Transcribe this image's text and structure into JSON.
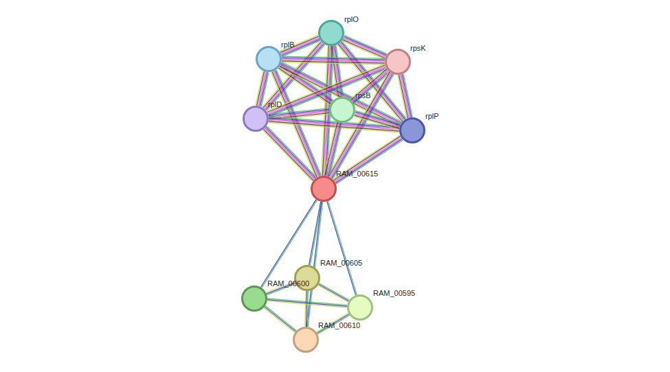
{
  "diagram": {
    "nodes": [
      {
        "text": [
          "rplO"
        ]
      },
      {
        "text": [
          "rplB"
        ]
      },
      {
        "text": [
          "rpsK"
        ]
      },
      {
        "text": [
          "rplD"
        ]
      },
      {
        "text": [
          "rpsB"
        ]
      },
      {
        "text": [
          "rplP"
        ]
      },
      {
        "text": [
          "RAM_00615"
        ]
      },
      {
        "text": [
          "RAM_00605"
        ]
      },
      {
        "text": [
          "RAM_00600"
        ]
      },
      {
        "text": [
          "RAM_00595"
        ]
      },
      {
        "text": [
          "RAM_00610"
        ]
      }
    ],
    "edges": [
      {
        "from": 0,
        "to": 1,
        "arrow": "none"
      },
      {
        "from": 0,
        "to": 2,
        "arrow": "none"
      },
      {
        "from": 0,
        "to": 3,
        "arrow": "none"
      },
      {
        "from": 0,
        "to": 4,
        "arrow": "none"
      },
      {
        "from": 0,
        "to": 5,
        "arrow": "none"
      },
      {
        "from": 0,
        "to": 6,
        "arrow": "none"
      },
      {
        "from": 1,
        "to": 2,
        "arrow": "none"
      },
      {
        "from": 1,
        "to": 3,
        "arrow": "none"
      },
      {
        "from": 1,
        "to": 4,
        "arrow": "none"
      },
      {
        "from": 1,
        "to": 5,
        "arrow": "none"
      },
      {
        "from": 1,
        "to": 6,
        "arrow": "none"
      },
      {
        "from": 2,
        "to": 3,
        "arrow": "none"
      },
      {
        "from": 2,
        "to": 4,
        "arrow": "none"
      },
      {
        "from": 2,
        "to": 5,
        "arrow": "none"
      },
      {
        "from": 2,
        "to": 6,
        "arrow": "none"
      },
      {
        "from": 3,
        "to": 4,
        "arrow": "none"
      },
      {
        "from": 3,
        "to": 5,
        "arrow": "none"
      },
      {
        "from": 3,
        "to": 6,
        "arrow": "none"
      },
      {
        "from": 4,
        "to": 5,
        "arrow": "none"
      },
      {
        "from": 4,
        "to": 6,
        "arrow": "none"
      },
      {
        "from": 5,
        "to": 6,
        "arrow": "none"
      },
      {
        "from": 6,
        "to": 7,
        "arrow": "none"
      },
      {
        "from": 6,
        "to": 8,
        "arrow": "none"
      },
      {
        "from": 6,
        "to": 9,
        "arrow": "none"
      },
      {
        "from": 6,
        "to": 10,
        "arrow": "none"
      },
      {
        "from": 7,
        "to": 8,
        "arrow": "none"
      },
      {
        "from": 7,
        "to": 9,
        "arrow": "none"
      },
      {
        "from": 7,
        "to": 10,
        "arrow": "none"
      },
      {
        "from": 8,
        "to": 9,
        "arrow": "none"
      },
      {
        "from": 8,
        "to": 10,
        "arrow": "none"
      },
      {
        "from": 9,
        "to": 10,
        "arrow": "none"
      }
    ]
  }
}
